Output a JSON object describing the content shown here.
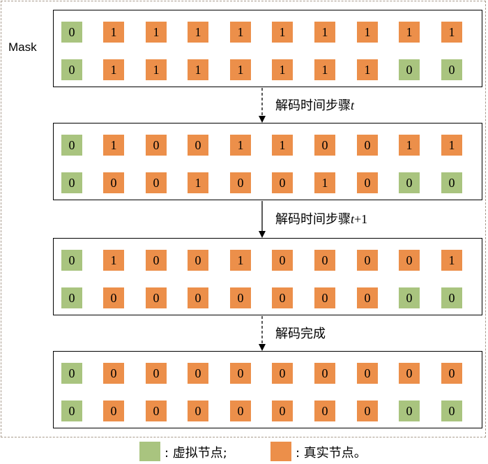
{
  "mask_label": "Mask",
  "colors": {
    "virtual": "#a9c47f",
    "real": "#ec8f4a"
  },
  "panels": [
    {
      "rows": [
        {
          "cells": [
            {
              "v": "0",
              "t": "virtual"
            },
            {
              "v": "1",
              "t": "real"
            },
            {
              "v": "1",
              "t": "real"
            },
            {
              "v": "1",
              "t": "real"
            },
            {
              "v": "1",
              "t": "real"
            },
            {
              "v": "1",
              "t": "real"
            },
            {
              "v": "1",
              "t": "real"
            },
            {
              "v": "1",
              "t": "real"
            },
            {
              "v": "1",
              "t": "real"
            },
            {
              "v": "1",
              "t": "real"
            }
          ]
        },
        {
          "cells": [
            {
              "v": "0",
              "t": "virtual"
            },
            {
              "v": "1",
              "t": "real"
            },
            {
              "v": "1",
              "t": "real"
            },
            {
              "v": "1",
              "t": "real"
            },
            {
              "v": "1",
              "t": "real"
            },
            {
              "v": "1",
              "t": "real"
            },
            {
              "v": "1",
              "t": "real"
            },
            {
              "v": "1",
              "t": "real"
            },
            {
              "v": "0",
              "t": "virtual"
            },
            {
              "v": "0",
              "t": "virtual"
            }
          ]
        }
      ]
    },
    {
      "rows": [
        {
          "cells": [
            {
              "v": "0",
              "t": "virtual"
            },
            {
              "v": "1",
              "t": "real"
            },
            {
              "v": "0",
              "t": "real"
            },
            {
              "v": "0",
              "t": "real"
            },
            {
              "v": "1",
              "t": "real"
            },
            {
              "v": "1",
              "t": "real"
            },
            {
              "v": "0",
              "t": "real"
            },
            {
              "v": "0",
              "t": "real"
            },
            {
              "v": "1",
              "t": "real"
            },
            {
              "v": "1",
              "t": "real"
            }
          ]
        },
        {
          "cells": [
            {
              "v": "0",
              "t": "virtual"
            },
            {
              "v": "0",
              "t": "real"
            },
            {
              "v": "0",
              "t": "real"
            },
            {
              "v": "1",
              "t": "real"
            },
            {
              "v": "0",
              "t": "real"
            },
            {
              "v": "0",
              "t": "real"
            },
            {
              "v": "1",
              "t": "real"
            },
            {
              "v": "0",
              "t": "real"
            },
            {
              "v": "0",
              "t": "virtual"
            },
            {
              "v": "0",
              "t": "virtual"
            }
          ]
        }
      ]
    },
    {
      "rows": [
        {
          "cells": [
            {
              "v": "0",
              "t": "virtual"
            },
            {
              "v": "1",
              "t": "real"
            },
            {
              "v": "0",
              "t": "real"
            },
            {
              "v": "0",
              "t": "real"
            },
            {
              "v": "1",
              "t": "real"
            },
            {
              "v": "0",
              "t": "real"
            },
            {
              "v": "0",
              "t": "real"
            },
            {
              "v": "0",
              "t": "real"
            },
            {
              "v": "0",
              "t": "real"
            },
            {
              "v": "1",
              "t": "real"
            }
          ]
        },
        {
          "cells": [
            {
              "v": "0",
              "t": "virtual"
            },
            {
              "v": "0",
              "t": "real"
            },
            {
              "v": "0",
              "t": "real"
            },
            {
              "v": "0",
              "t": "real"
            },
            {
              "v": "0",
              "t": "real"
            },
            {
              "v": "0",
              "t": "real"
            },
            {
              "v": "0",
              "t": "real"
            },
            {
              "v": "0",
              "t": "real"
            },
            {
              "v": "0",
              "t": "virtual"
            },
            {
              "v": "0",
              "t": "virtual"
            }
          ]
        }
      ]
    },
    {
      "rows": [
        {
          "cells": [
            {
              "v": "0",
              "t": "virtual"
            },
            {
              "v": "0",
              "t": "real"
            },
            {
              "v": "0",
              "t": "real"
            },
            {
              "v": "0",
              "t": "real"
            },
            {
              "v": "0",
              "t": "real"
            },
            {
              "v": "0",
              "t": "real"
            },
            {
              "v": "0",
              "t": "real"
            },
            {
              "v": "0",
              "t": "real"
            },
            {
              "v": "0",
              "t": "real"
            },
            {
              "v": "0",
              "t": "real"
            }
          ]
        },
        {
          "cells": [
            {
              "v": "0",
              "t": "virtual"
            },
            {
              "v": "0",
              "t": "real"
            },
            {
              "v": "0",
              "t": "real"
            },
            {
              "v": "0",
              "t": "real"
            },
            {
              "v": "0",
              "t": "real"
            },
            {
              "v": "0",
              "t": "real"
            },
            {
              "v": "0",
              "t": "real"
            },
            {
              "v": "0",
              "t": "real"
            },
            {
              "v": "0",
              "t": "virtual"
            },
            {
              "v": "0",
              "t": "virtual"
            }
          ]
        }
      ]
    }
  ],
  "steps": [
    {
      "text": "解码时间步骤",
      "var": "t",
      "suffix": "",
      "style": "dashed"
    },
    {
      "text": "解码时间步骤",
      "var": "t",
      "suffix": "+1",
      "style": "solid"
    },
    {
      "text": "解码完成",
      "var": "",
      "suffix": "",
      "style": "dashed"
    }
  ],
  "legend": {
    "virtual_label": ": 虚拟节点;",
    "real_label": ": 真实节点。"
  }
}
